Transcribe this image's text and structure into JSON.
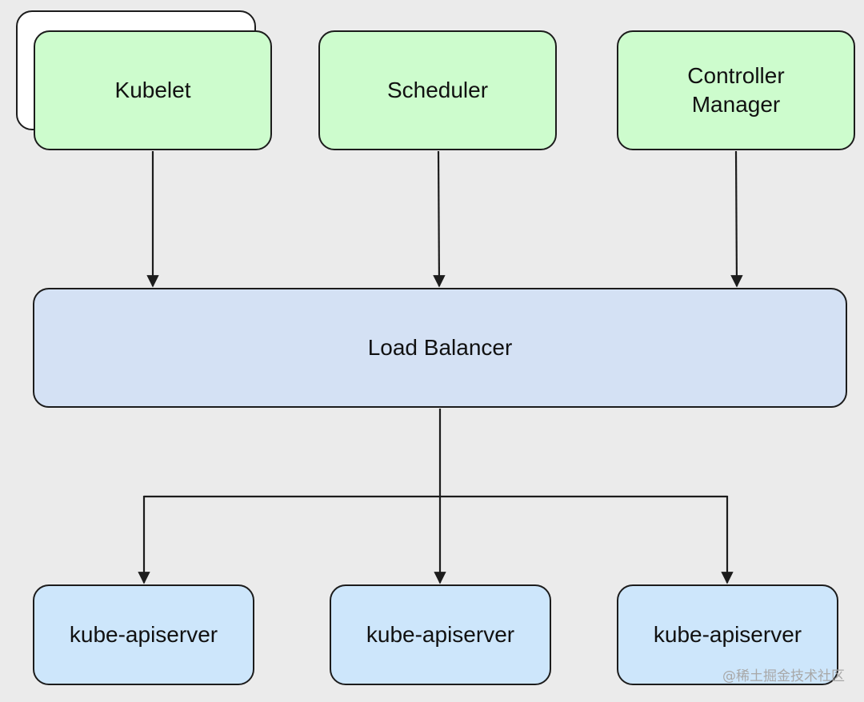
{
  "diagram": {
    "clients": [
      {
        "id": "kubelet",
        "label": "Kubelet"
      },
      {
        "id": "scheduler",
        "label": "Scheduler"
      },
      {
        "id": "controller-manager",
        "label": "Controller\nManager"
      }
    ],
    "load_balancer": {
      "label": "Load Balancer"
    },
    "apiservers": [
      {
        "label": "kube-apiserver"
      },
      {
        "label": "kube-apiserver"
      },
      {
        "label": "kube-apiserver"
      }
    ],
    "edges": [
      {
        "from": "Kubelet",
        "to": "Load Balancer"
      },
      {
        "from": "Scheduler",
        "to": "Load Balancer"
      },
      {
        "from": "Controller Manager",
        "to": "Load Balancer"
      },
      {
        "from": "Load Balancer",
        "to": "kube-apiserver (1)"
      },
      {
        "from": "Load Balancer",
        "to": "kube-apiserver (2)"
      },
      {
        "from": "Load Balancer",
        "to": "kube-apiserver (3)"
      }
    ],
    "colors": {
      "client_fill": "#cdfccd",
      "load_balancer_fill": "#d4e1f4",
      "apiserver_fill": "#cde6fb",
      "stroke": "#1c1c1c",
      "background": "#ebebeb"
    }
  },
  "watermark": {
    "text": "@稀土掘金技术社区"
  }
}
